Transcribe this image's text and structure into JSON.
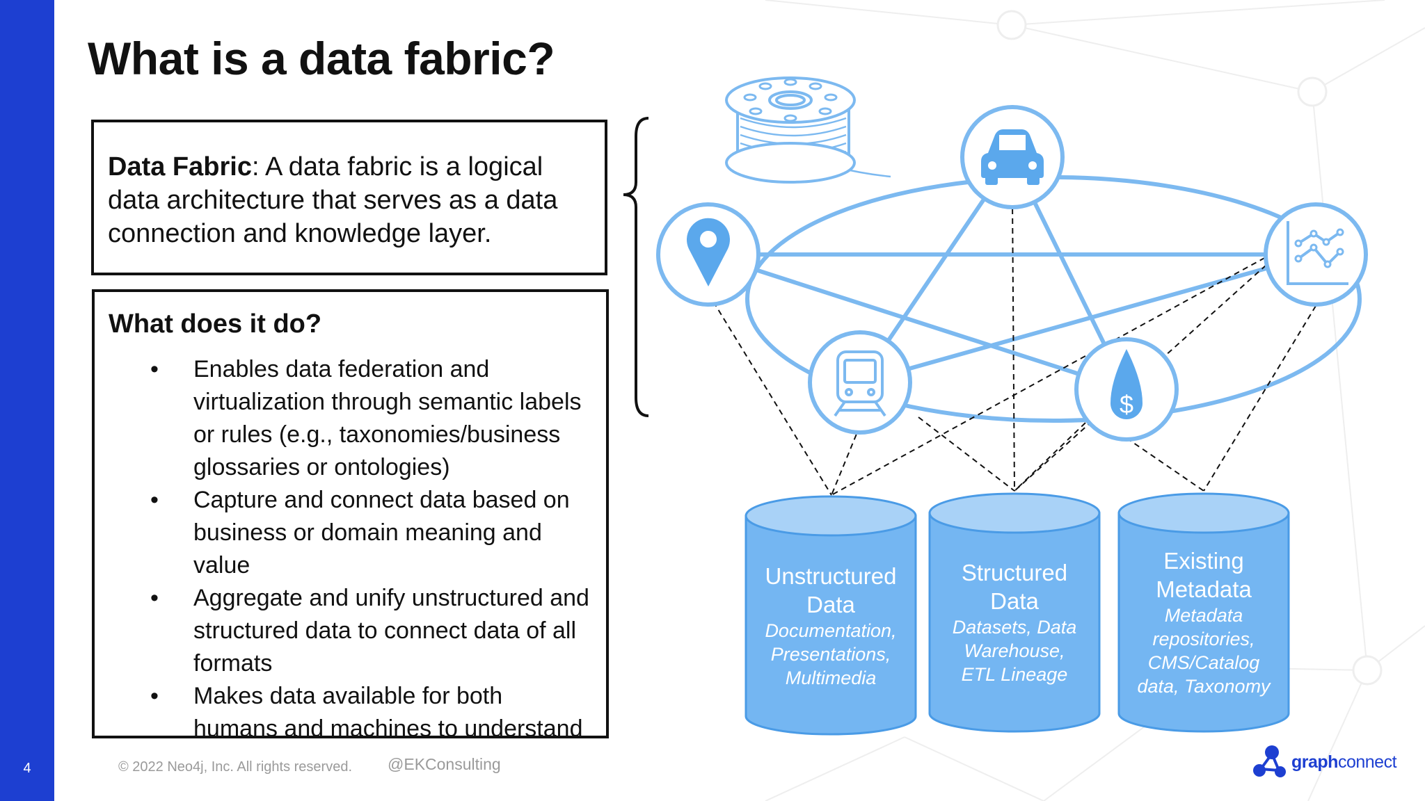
{
  "slide": {
    "number": "4",
    "title": "What is a data fabric?"
  },
  "definition": {
    "term": "Data Fabric",
    "text": ": A data fabric is a logical data architecture that serves as a data connection and knowledge layer."
  },
  "purpose": {
    "heading": "What does it do?",
    "bullet_char": "•",
    "items": [
      "Enables data federation and virtualization through semantic labels or rules (e.g., taxonomies/business glossaries or ontologies)",
      "Capture and connect data based on business or domain meaning and value",
      "Aggregate and unify unstructured and structured data to connect data of all formats",
      "Makes data available for both humans and machines to understand"
    ]
  },
  "diagram": {
    "nodes": [
      {
        "icon": "car-icon"
      },
      {
        "icon": "map-pin-icon"
      },
      {
        "icon": "line-chart-icon"
      },
      {
        "icon": "train-icon"
      },
      {
        "icon": "money-drop-icon"
      },
      {
        "icon": "thread-spool-icon"
      }
    ],
    "stores": [
      {
        "title": [
          "Unstructured",
          "Data"
        ],
        "subtitle": [
          "Documentation,",
          "Presentations,",
          "Multimedia"
        ]
      },
      {
        "title": [
          "Structured",
          "Data"
        ],
        "subtitle": [
          "Datasets, Data",
          "Warehouse,",
          "ETL Lineage"
        ]
      },
      {
        "title": [
          "Existing",
          "Metadata"
        ],
        "subtitle": [
          "Metadata",
          "repositories,",
          "CMS/Catalog",
          "data, Taxonomy"
        ]
      }
    ],
    "colors": {
      "node_stroke": "#7cb9f0",
      "icon_fill": "#5ba8ec",
      "cylinder_fill": "#74b6f2",
      "cylinder_top": "#a9d2f7",
      "cylinder_stroke": "#4a9be6"
    }
  },
  "footer": {
    "copyright": "© 2022 Neo4j, Inc. All rights reserved.",
    "handle": "@EKConsulting"
  },
  "logo": {
    "part1": "graph",
    "part2": "connect",
    "color": "#1d3fd1"
  }
}
